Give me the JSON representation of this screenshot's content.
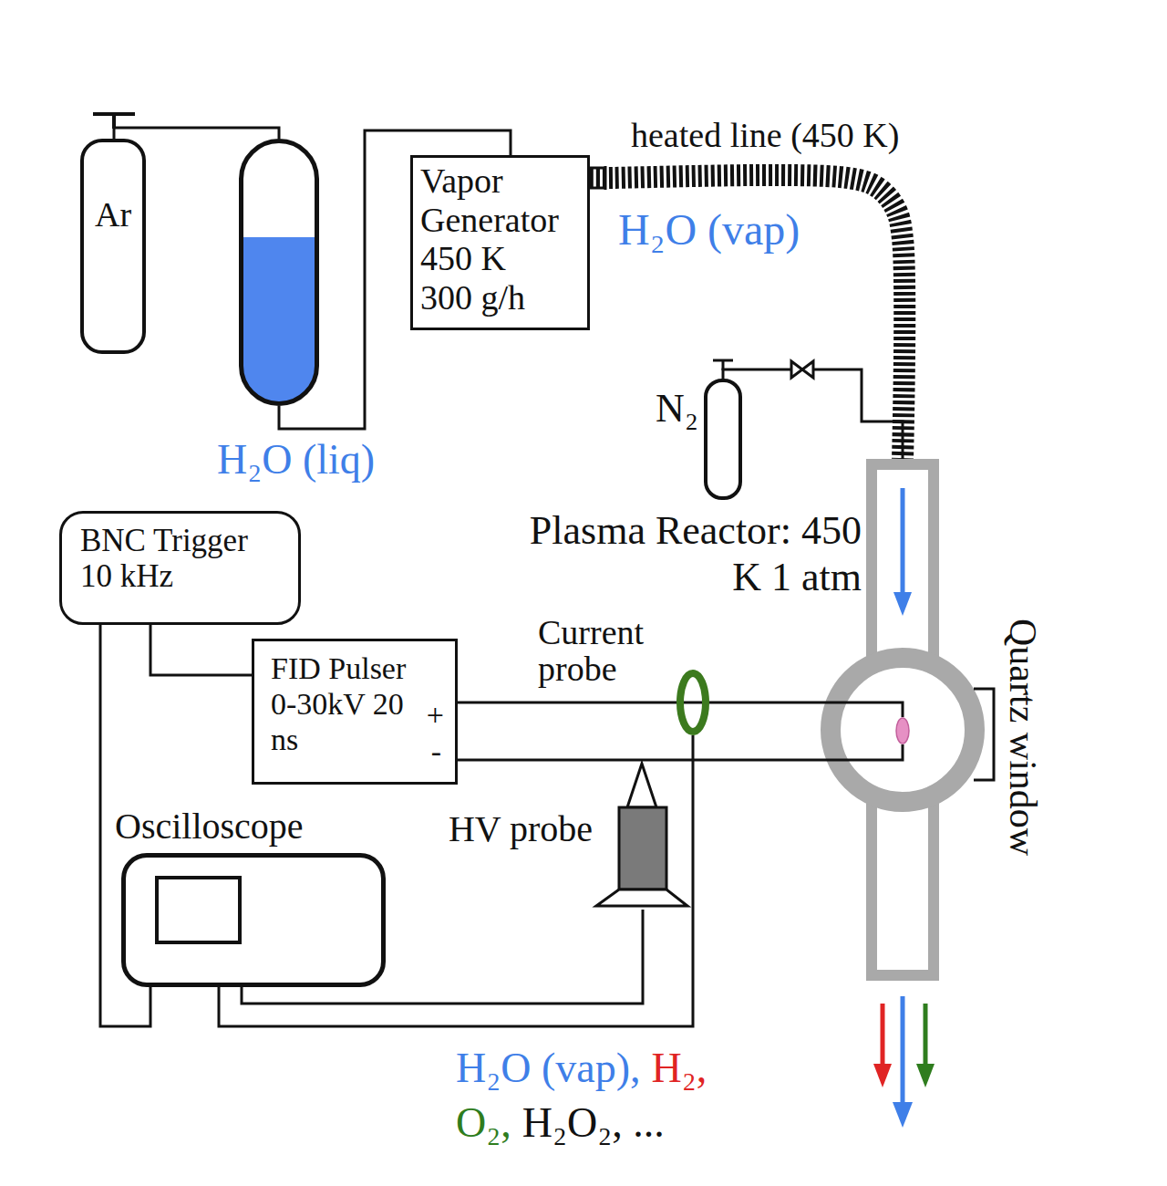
{
  "diagram": {
    "nodes": [
      {
        "text": [
          "Ar"
        ]
      },
      {
        "text": [
          "H₂O (liq)"
        ]
      },
      {
        "text": [
          "Vapor Generator 450 K 300 g/h"
        ]
      },
      {
        "text": [
          "N₂"
        ]
      },
      {
        "text": [
          "Plasma Reactor: 450 K 1 atm"
        ]
      },
      {
        "text": [
          "BNC Trigger 10 kHz"
        ]
      },
      {
        "text": [
          "FID Pulser 0-30kV 20 ns",
          "+",
          "-"
        ]
      },
      {
        "text": [
          "Current probe"
        ]
      },
      {
        "text": [
          "Oscilloscope"
        ]
      },
      {
        "text": [
          "HV probe"
        ]
      }
    ],
    "edges": [
      {
        "from": 0,
        "to": 1,
        "arrow": "none"
      },
      {
        "from": 1,
        "to": 2,
        "arrow": "none"
      },
      {
        "from": 2,
        "to": 4,
        "label": "heated line (450 K)",
        "arrow": "none"
      },
      {
        "from": 3,
        "to": 4,
        "arrow": "none"
      },
      {
        "from": 5,
        "to": 6,
        "arrow": "none"
      },
      {
        "from": 5,
        "to": 8,
        "arrow": "none"
      },
      {
        "from": 6,
        "to": 4,
        "arrow": "none"
      },
      {
        "from": 6,
        "to": 4,
        "arrow": "none"
      },
      {
        "from": 7,
        "to": 8,
        "arrow": "none"
      },
      {
        "from": 9,
        "to": 8,
        "arrow": "none"
      }
    ],
    "labels": [
      "H₂O (vap)",
      "Quartz window",
      "H₂O (vap),",
      "H₂,",
      "O₂,",
      "H₂O₂, ..."
    ]
  }
}
